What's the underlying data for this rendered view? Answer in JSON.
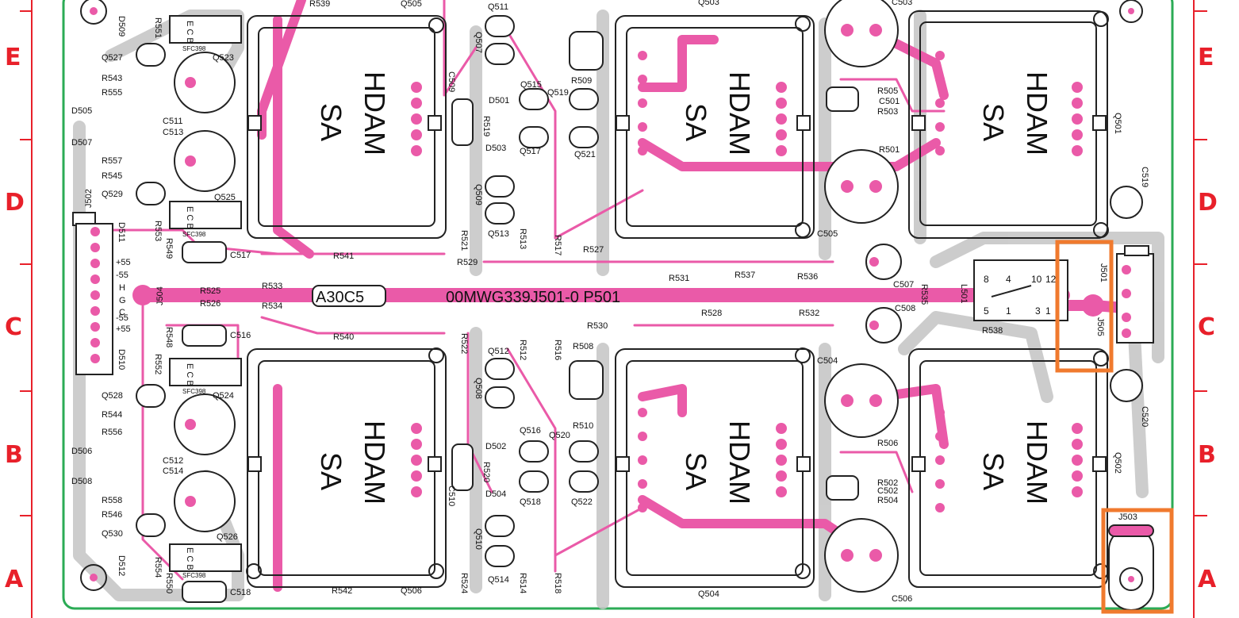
{
  "row_labels": [
    "E",
    "D",
    "C",
    "B",
    "A"
  ],
  "board_center_label": "00MWG339J501-0 P501",
  "board_code": "A30C5",
  "hdam_text": "HDAM",
  "sa_text": "SA",
  "plus_text": "+",
  "power_pins": [
    "+55",
    "-55",
    "H",
    "G",
    "C",
    "-55",
    "+55"
  ],
  "relay_pins": [
    "8",
    "4",
    "10",
    "12",
    "5",
    "1",
    "3",
    "1"
  ],
  "colors": {
    "trace": "#ea5aa8",
    "silk": "#b0b0b0",
    "border": "#2bab55",
    "highlight": "#f07a2e",
    "row": "#e8202a"
  },
  "labels": {
    "q505": "Q505",
    "q503": "Q503",
    "q504": "Q504",
    "q506": "Q506",
    "q501": "Q501",
    "q502": "Q502",
    "q511": "Q511",
    "q507": "Q507",
    "q515": "Q515",
    "q519": "Q519",
    "q517": "Q517",
    "q521": "Q521",
    "q509": "Q509",
    "q513": "Q513",
    "q512": "Q512",
    "q508": "Q508",
    "q516": "Q516",
    "q520": "Q520",
    "q518": "Q518",
    "q522": "Q522",
    "q510": "Q510",
    "q514": "Q514",
    "q527": "Q527",
    "q523": "Q523",
    "q525": "Q525",
    "q529": "Q529",
    "q528": "Q528",
    "q524": "Q524",
    "q530": "Q530",
    "q526": "Q526",
    "r539": "R539",
    "r551": "R551",
    "r543": "R543",
    "r555": "R555",
    "r557": "R557",
    "r545": "R545",
    "r553": "R553",
    "r549": "R549",
    "r541": "R541",
    "r525": "R525",
    "r533": "R533",
    "r526": "R526",
    "r534": "R534",
    "r540": "R540",
    "r548": "R548",
    "r552": "R552",
    "r544": "R544",
    "r556": "R556",
    "r558": "R558",
    "r546": "R546",
    "r554": "R554",
    "r550": "R550",
    "r542": "R542",
    "r509": "R509",
    "r519": "R519",
    "r521": "R521",
    "r513": "R513",
    "r517": "R517",
    "r527": "R527",
    "r529": "R529",
    "r531": "R531",
    "r537": "R537",
    "r536": "R536",
    "r535": "R535",
    "r538": "R538",
    "r528": "R528",
    "r532": "R532",
    "r530": "R530",
    "r522": "R522",
    "r512": "R512",
    "r516": "R516",
    "r508": "R508",
    "r510": "R510",
    "r520": "R520",
    "r514": "R514",
    "r518": "R518",
    "r524": "R524",
    "r505": "R505",
    "r503": "R503",
    "r501": "R501",
    "r506": "R506",
    "r502": "R502",
    "r504": "R504",
    "c511": "C511",
    "c513": "C513",
    "c517": "C517",
    "c516": "C516",
    "c512": "C512",
    "c514": "C514",
    "c518": "C518",
    "c509": "C509",
    "c510": "C510",
    "c501": "C501",
    "c502": "C502",
    "c503": "C503",
    "c505": "C505",
    "c504": "C504",
    "c506": "C506",
    "c507": "C507",
    "c508": "C508",
    "c519": "C519",
    "c520": "C520",
    "d505": "D505",
    "d507": "D507",
    "d509": "D509",
    "d511": "D511",
    "d510": "D510",
    "d506": "D506",
    "d508": "D508",
    "d512": "D512",
    "d501": "D501",
    "d503": "D503",
    "d502": "D502",
    "d504": "D504",
    "j502": "J502",
    "j504": "J504",
    "j501": "J501",
    "j505": "J505",
    "j503": "J503",
    "l501": "L501",
    "sfc_a": "SFC398",
    "ebc": "E C B"
  }
}
